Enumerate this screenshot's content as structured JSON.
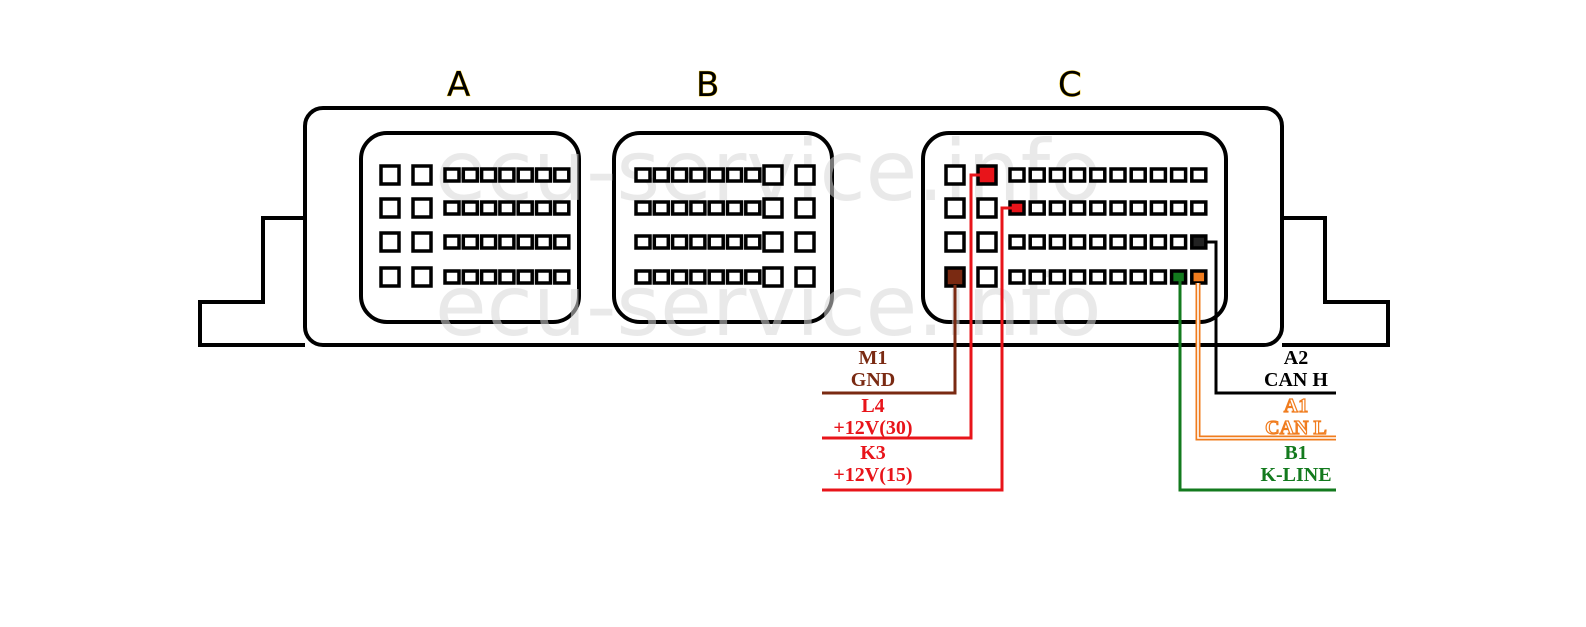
{
  "title": "ECU connector pinout",
  "watermark": "ecu-service.info",
  "connectors": [
    {
      "label": "A",
      "large_pin_cols": "left",
      "small_pins_per_row": 7,
      "rows": 4
    },
    {
      "label": "B",
      "large_pin_cols": "right",
      "small_pins_per_row": 7,
      "rows": 4
    },
    {
      "label": "C",
      "large_pin_cols": "left",
      "small_pins_per_row": 10,
      "rows": 4
    }
  ],
  "colors": {
    "outline": "#000000",
    "gnd": "#7a2a12",
    "power": "#e8141a",
    "can_h": "#000000",
    "can_l": "#f07c1e",
    "k_line": "#137a1e"
  },
  "pins": [
    {
      "id": "M1",
      "name": "GND",
      "color": "#7a2a12"
    },
    {
      "id": "L4",
      "name": "+12V(30)",
      "color": "#e8141a"
    },
    {
      "id": "K3",
      "name": "+12V(15)",
      "color": "#e8141a"
    },
    {
      "id": "A2",
      "name": "CAN H",
      "color": "#000000"
    },
    {
      "id": "A1",
      "name": "CAN L",
      "color": "#f07c1e"
    },
    {
      "id": "B1",
      "name": "K-LINE",
      "color": "#137a1e"
    }
  ]
}
